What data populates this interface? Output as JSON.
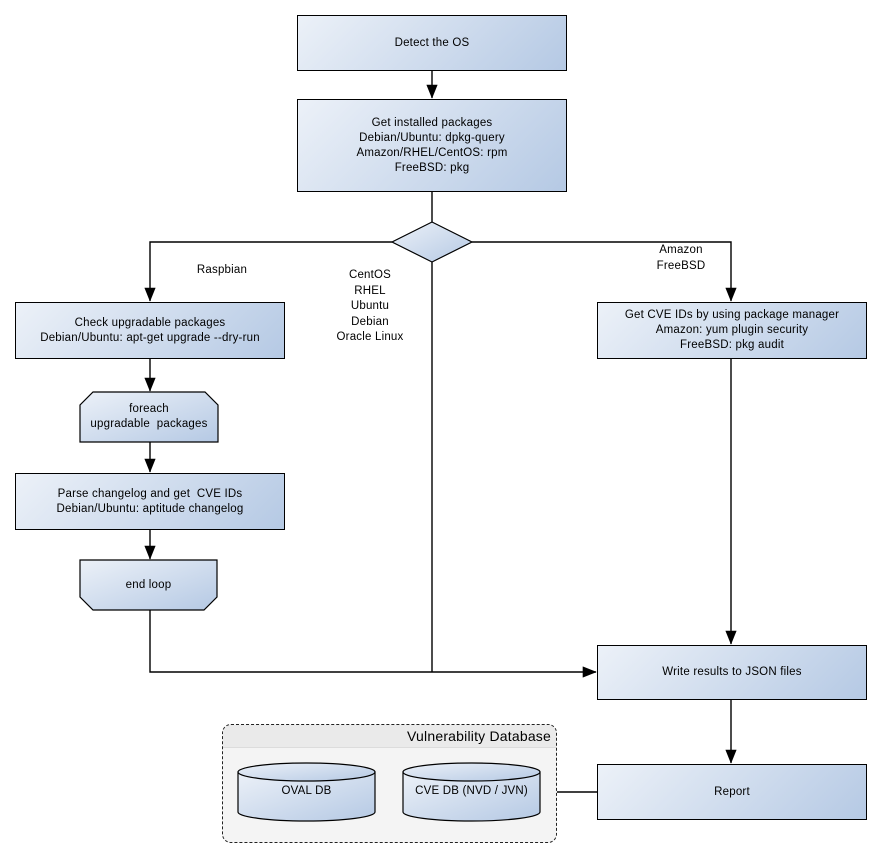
{
  "colors": {
    "node_gradient_light": "#ecf1f8",
    "node_gradient_dark": "#b5c9e4",
    "node_border": "#000000",
    "container_body": "#f4f4f4",
    "container_header": "#eaeaea"
  },
  "nodes": {
    "detect_os": "Detect the OS",
    "get_installed_packages": "Get installed packages\nDebian/Ubuntu: dpkg-query\nAmazon/RHEL/CentOS: rpm\nFreeBSD: pkg",
    "check_upgradable": "Check upgradable packages\nDebian/Ubuntu: apt-get upgrade --dry-run",
    "foreach_loop": "foreach\nupgradable  packages",
    "parse_changelog": "Parse changelog and get  CVE IDs\nDebian/Ubuntu: aptitude changelog",
    "end_loop": "end loop",
    "get_cve_ids": "Get CVE IDs by using package manager\nAmazon: yum plugin security\nFreeBSD: pkg audit",
    "write_results": "Write results to JSON files",
    "report": "Report"
  },
  "edge_labels": {
    "left_branch": "Raspbian",
    "middle_branch": "CentOS\nRHEL\nUbuntu\nDebian\nOracle Linux",
    "right_branch": "Amazon\nFreeBSD"
  },
  "database": {
    "title": "Vulnerability Database",
    "cylinders": [
      {
        "label": "OVAL DB"
      },
      {
        "label": "CVE DB (NVD / JVN)"
      }
    ]
  }
}
